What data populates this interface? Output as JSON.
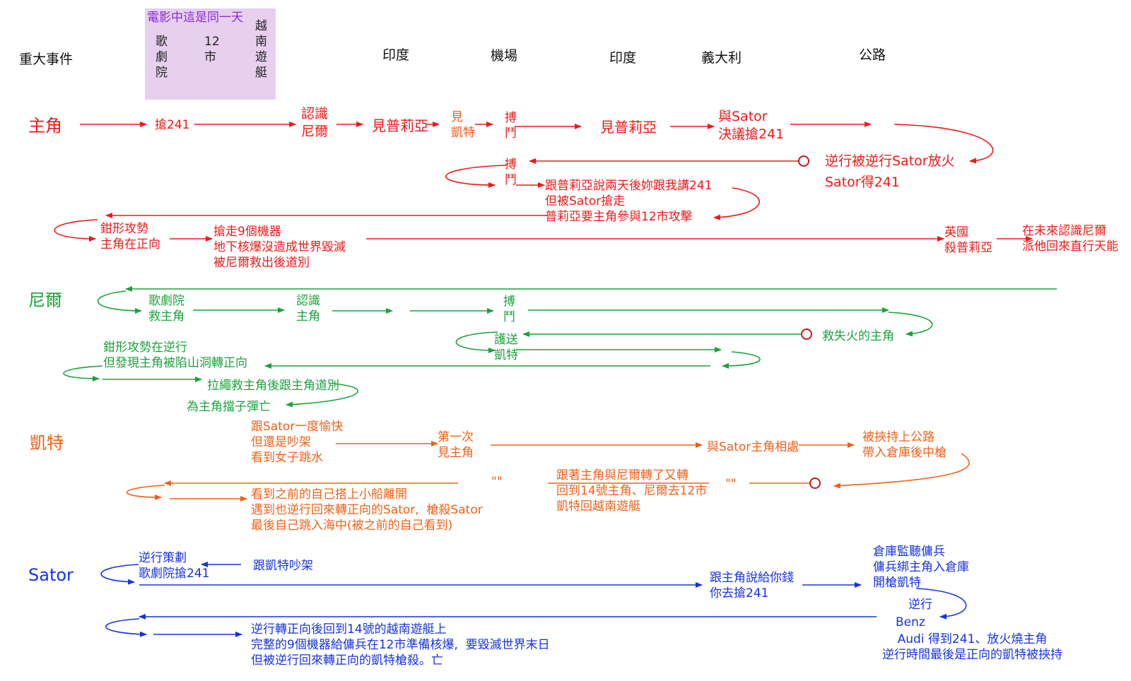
{
  "header": {
    "events": "重大事件",
    "box_title": "電影中這是同一天",
    "col_opera": "歌\n劇\n院",
    "col_12": "12\n市",
    "col_yacht": "越\n南\n遊\n艇",
    "india1": "印度",
    "airport": "機場",
    "india2": "印度",
    "italy": "義大利",
    "highway": "公路"
  },
  "protagonist": {
    "name": "主角",
    "grab": "搶241",
    "meet_neil": "認識\n尼爾",
    "see_priya1": "見普莉亞",
    "see_kat": "見\n凱特",
    "fight1": "搏\n鬥",
    "see_priya2": "見普莉亞",
    "with_sator": "與Sator\n決議搶241",
    "inverted_fire": "逆行被逆行Sator放火",
    "sator_got": "Sator得241",
    "fight2": "搏\n鬥",
    "tell_priya": "跟普莉亞說兩天後妳跟我講241\n但被Sator搶走\n普莉亞要主角參與12市攻擊",
    "pincer": "鉗形攻勢\n主角在正向",
    "grab9": "搶走9個機器\n地下核爆沒造成世界毀滅\n被尼爾救出後道別",
    "uk": "英國\n殺普莉亞",
    "future": "在未來認識尼爾\n派他回來直行天能"
  },
  "neil": {
    "name": "尼爾",
    "opera_save": "歌劇院\n救主角",
    "meet": "認識\n主角",
    "fight": "搏\n鬥",
    "escort": "護送\n凱特",
    "save_fire": "救失火的主角",
    "pincer_inv": "鉗形攻勢在逆行\n但發現主角被陷山洞轉正向",
    "rope": "拉繩救主角後跟主角道別",
    "bullet": "為主角擋子彈亡"
  },
  "kat": {
    "name": "凱特",
    "sator_happy": "跟Sator一度愉快\n但還是吵架\n看到女子跳水",
    "first_meet": "第一次\n見主角",
    "meet_both": "與Sator主角相處",
    "kidnap": "被挾持上公路\n帶入倉庫後中槍",
    "turn_with": "跟著主角與尼爾轉了又轉\n回到14號主角、尼爾去12市\n凱特回越南遊艇",
    "ellipsis1": "\"\"",
    "ellipsis2": "\"\"",
    "see_self": "看到之前的自己搭上小船離開\n遇到也逆行回來轉正向的Sator,  槍殺Sator\n最後自己跳入海中(被之前的自己看到)"
  },
  "sator": {
    "name": "Sator",
    "plan": "逆行策劃\n歌劇院搶241",
    "argue": "跟凱特吵架",
    "money": "跟主角說給你錢\n你去搶241",
    "warehouse": "倉庫監聽傭兵\n傭兵綁主角入倉庫\n開槍凱特",
    "inv": "逆行",
    "benz": "Benz",
    "audi": "Audi 得到241、放火燒主角\n逆行時間最後是正向的凱特被挾持",
    "final": "逆行轉正向後回到14號的越南遊艇上\n完整的9個機器給傭兵在12市準備核爆,  要毀滅世界末日\n但被逆行回來轉正向的凱特槍殺。亡"
  },
  "colors": {
    "protagonist": "#f01818",
    "neil": "#1aa33a",
    "kat": "#f06018",
    "sator": "#1633e0",
    "box": "#e6d0ee"
  }
}
